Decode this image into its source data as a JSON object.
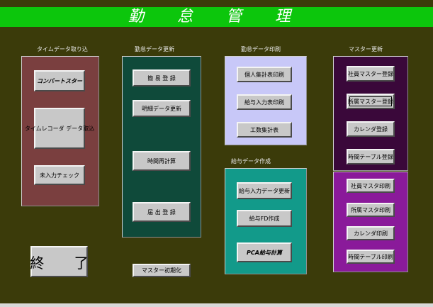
{
  "app": {
    "title": "勤 怠 管 理"
  },
  "sections": {
    "time": {
      "label": "タイムデータ取り込",
      "color": "#7a3f3f"
    },
    "attend": {
      "label": "勤怠データ更新",
      "color": "#0f4a3a"
    },
    "print": {
      "label": "勤怠データ印刷",
      "color": "#c8c8f8"
    },
    "master": {
      "label": "マスター更新",
      "color": "#3a083a"
    },
    "salary": {
      "label": "給与データ作成",
      "color": "#129a8a"
    },
    "masterprint": {
      "color": "#8a1a9a"
    }
  },
  "buttons": {
    "converter": "コンバートスター",
    "timecard": "タイムレコーダ データ取込",
    "unentered": "未入力チェック",
    "simple": "簡 易 登 録",
    "detail": "明細データ更新",
    "overtime": "時間再計算",
    "notice": "届 出 登 録",
    "personal": "個人集計表印刷",
    "salaryinput": "給与入力表印刷",
    "factory": "工数集計表",
    "salaryupdate": "給与入力データ更新",
    "salaryfd": "給与FD作成",
    "pca": "PCA給与計算",
    "employee": "社員マスター登録",
    "dept": "所属マスター登録",
    "calendar": "カレンダ登録",
    "timetable": "時間テーブル登録",
    "empprint": "社員マスタ印刷",
    "deptprint": "所属マスタ印刷",
    "calprint": "カレンダ印刷",
    "ttprint": "時間テーブル印刷",
    "exit": "終 了",
    "masterinit": "マスター初期化"
  }
}
